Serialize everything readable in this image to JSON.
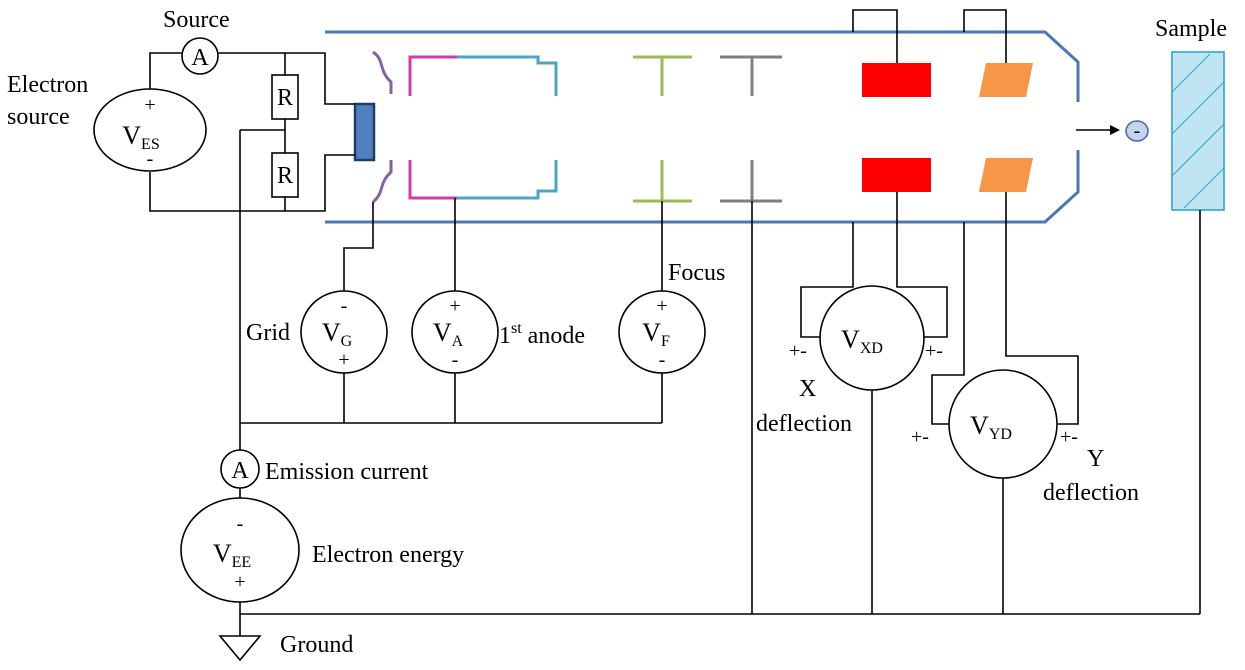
{
  "labels": {
    "source": "Source",
    "electron_source_1": "Electron",
    "electron_source_2": "source",
    "sample": "Sample",
    "focus": "Focus",
    "grid": "Grid",
    "anode_sup": "st",
    "anode_num": "1",
    "anode_text": " anode",
    "x_defl_1": "X",
    "x_defl_2": "deflection",
    "y_defl_1": "Y",
    "y_defl_2": "deflection",
    "emission_current": "Emission current",
    "electron_energy": "Electron energy",
    "ground": "Ground"
  },
  "meters": {
    "ammeter_symbol": "A",
    "resistor_symbol": "R",
    "v": "V",
    "ves_sub": "ES",
    "vg_sub": "G",
    "va_sub": "A",
    "vf_sub": "F",
    "vxd_sub": "XD",
    "vyd_sub": "YD",
    "vee_sub": "EE"
  },
  "signs": {
    "plus": "+",
    "minus": "-",
    "plus_minus": "+-"
  },
  "colors": {
    "tube": "#4a78b5",
    "cathode_fill": "#4f7fc0",
    "cathode_stroke": "#1f3d6b",
    "grid": "#8064a2",
    "anode_magenta": "#d23ca6",
    "anode_cyan": "#4aa6c3",
    "focus_green": "#9bbb59",
    "gray_lens": "#7f7f7f",
    "x_plate": "#ff0000",
    "y_plate": "#f79646",
    "sample_fill": "#bfe4f2",
    "sample_stroke": "#31a5c9",
    "electron_fill": "#c5d3ec",
    "electron_stroke": "#4a6ea8"
  }
}
